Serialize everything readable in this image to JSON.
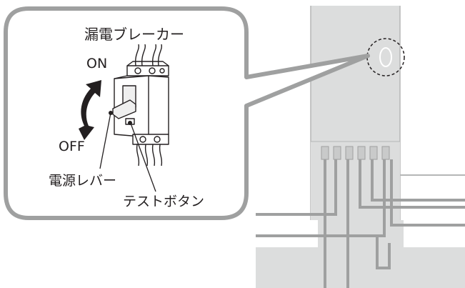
{
  "callout": {
    "title": "漏電ブレーカー",
    "on_label": "ON",
    "off_label": "OFF",
    "lever_label": "電源レバー",
    "test_button_label": "テストボタン"
  },
  "colors": {
    "panel": "#dcdddd",
    "line": "#9fa0a0",
    "text": "#231f20",
    "arrow": "#231f20"
  }
}
